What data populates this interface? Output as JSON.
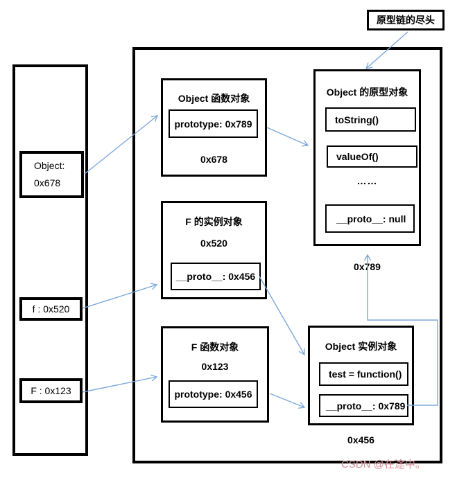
{
  "title_box": {
    "label": "原型链的尽头"
  },
  "left_panel": {
    "object_var": {
      "line1": "Object:",
      "line2": "0x678"
    },
    "f_var": "f : 0x520",
    "F_var": "F : 0x123"
  },
  "object_func": {
    "title": "Object 函数对象",
    "member": "prototype: 0x789",
    "address": "0x678"
  },
  "f_instance": {
    "title": "F 的实例对象",
    "address": "0x520",
    "member": "__proto__: 0x456"
  },
  "F_func": {
    "title": "F 函数对象",
    "address": "0x123",
    "member": "prototype: 0x456"
  },
  "object_proto": {
    "title": "Object 的原型对象",
    "members": [
      "toString()",
      "valueOf()"
    ],
    "ellipsis": "……",
    "proto_member": "__proto__: null",
    "address": "0x789"
  },
  "object_instance": {
    "title": "Object 实例对象",
    "members": [
      "test = function()",
      "__proto__: 0x789"
    ],
    "address": "0x456"
  },
  "watermark": "CSDN @在途中。",
  "colors": {
    "border": "#000000",
    "background": "#ffffff",
    "arrow": "#7ba7dc",
    "watermark": "#d38f99"
  }
}
